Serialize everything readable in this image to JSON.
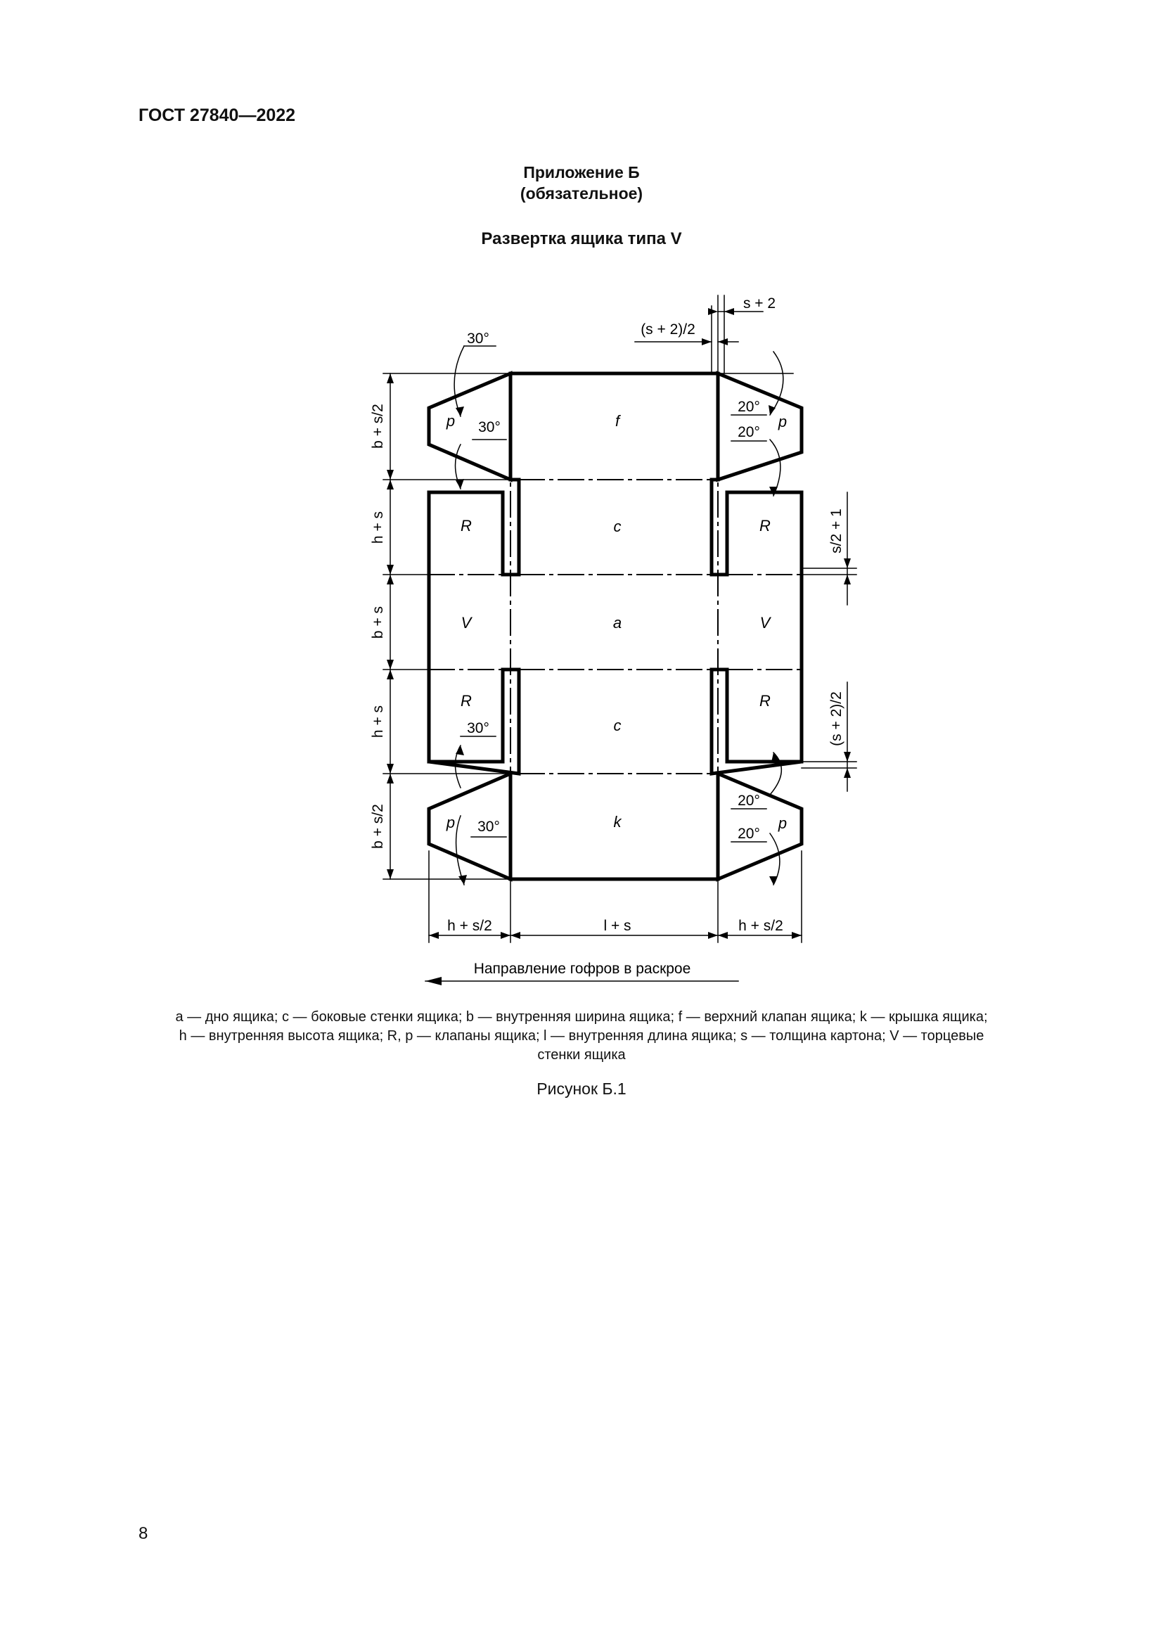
{
  "document": {
    "standard_id": "ГОСТ 27840—2022",
    "appendix_title": "Приложение Б",
    "appendix_status": "(обязательное)",
    "figure_title": "Развертка ящика типа V",
    "figure_caption": "Рисунок Б.1",
    "page_number": "8"
  },
  "legend": {
    "line1": "a — дно ящика; c — боковые стенки ящика; b — внутренняя ширина ящика; f — верхний клапан ящика; k — крышка ящика;",
    "line2": "h — внутренняя высота ящика; R, p — клапаны ящика; l — внутренняя длина ящика; s — толщина картона; V — торцевые",
    "line3": "стенки ящика"
  },
  "drawing": {
    "panels": {
      "f": "f",
      "c_top": "c",
      "a": "a",
      "c_bottom": "c",
      "k": "k",
      "R": "R",
      "V": "V",
      "p": "p"
    },
    "dimensions": {
      "left_b_s2": "b + s/2",
      "left_h_s": "h + s",
      "left_b_s": "b + s",
      "bottom_h_s2": "h + s/2",
      "bottom_l_s": "l + s",
      "top_s2": "s + 2",
      "top_s2_half": "(s + 2)/2",
      "right_s2_plus1": "s/2 + 1",
      "right_s2_half": "(s + 2)/2"
    },
    "angles": {
      "thirty": "30°",
      "twenty": "20°"
    },
    "corrugation_direction": "Направление гофров в раскрое"
  }
}
